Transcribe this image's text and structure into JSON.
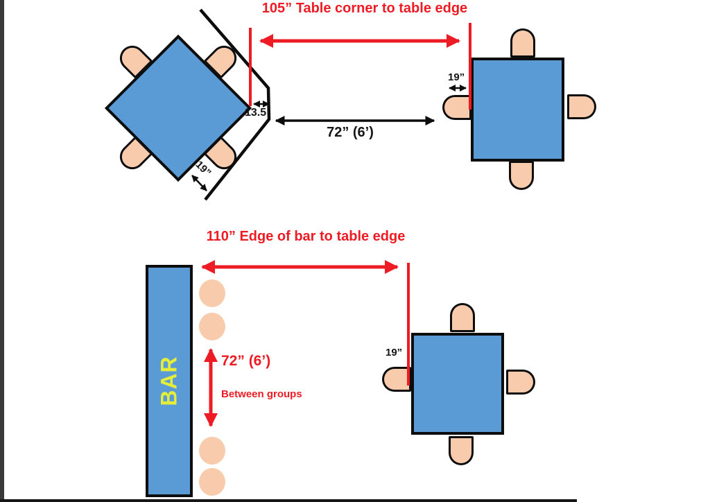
{
  "colors": {
    "table_blue": "#5b9bd5",
    "chair_peach": "#f8cbad",
    "accent_red": "#ed1c24",
    "bar_text_yellow": "#e3ed3a",
    "outline_black": "#0d0d0d"
  },
  "top_section": {
    "title": "105” Table corner to table edge",
    "corner_gap_value": "13.5",
    "aisle_distance": "72” (6’)",
    "chair_depth_diagonal": "19”",
    "chair_depth": "19”"
  },
  "bottom_section": {
    "title": "110” Edge of bar to table edge",
    "bar_label": "BAR",
    "group_spacing": "72” (6’)",
    "group_spacing_caption": "Between groups",
    "chair_depth": "19”"
  }
}
